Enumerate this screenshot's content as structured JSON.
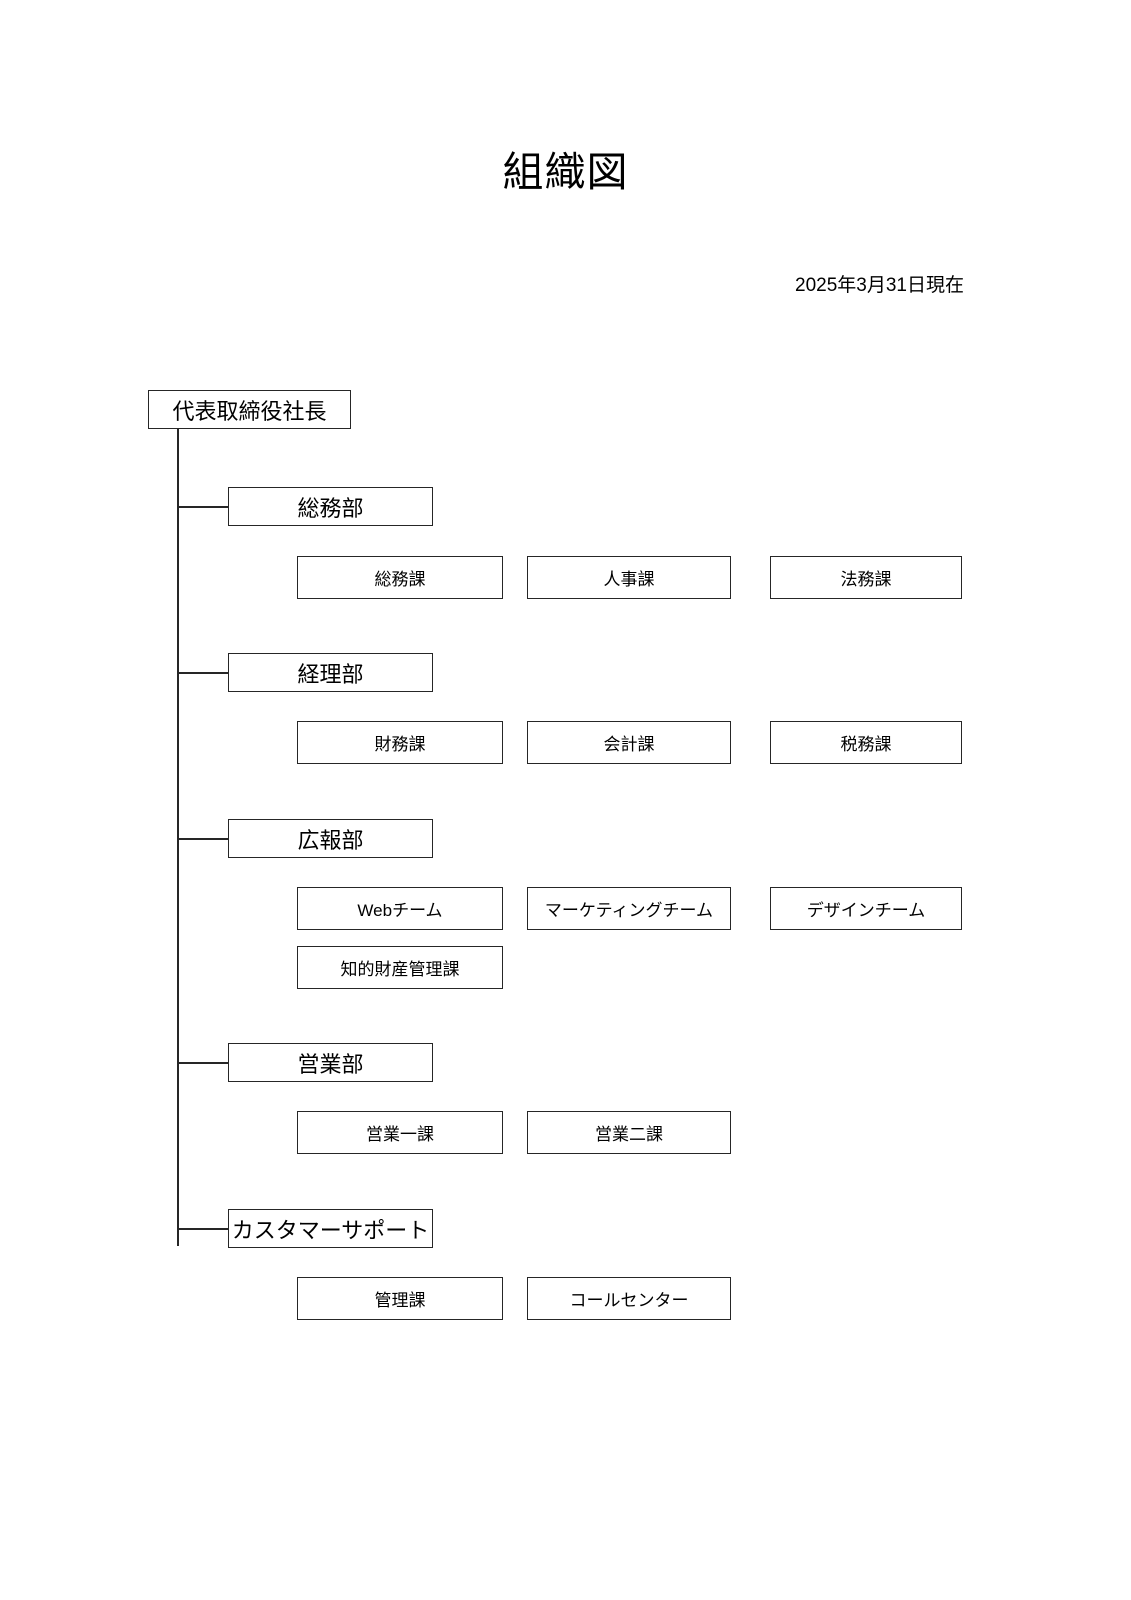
{
  "document": {
    "title": "組織図",
    "as_of": "2025年3月31日現在"
  },
  "chart": {
    "root": {
      "label": "代表取締役社長"
    },
    "departments": [
      {
        "label": "総務部",
        "units": [
          "総務課",
          "人事課",
          "法務課"
        ]
      },
      {
        "label": "経理部",
        "units": [
          "財務課",
          "会計課",
          "税務課"
        ]
      },
      {
        "label": "広報部",
        "units": [
          "Webチーム",
          "マーケティングチーム",
          "デザインチーム",
          "知的財産管理課"
        ]
      },
      {
        "label": "営業部",
        "units": [
          "営業一課",
          "営業二課"
        ]
      },
      {
        "label": "カスタマーサポート",
        "units": [
          "管理課",
          "コールセンター"
        ]
      }
    ]
  },
  "style": {
    "border_color": "#262626",
    "text_color": "#000000",
    "background": "#ffffff"
  }
}
